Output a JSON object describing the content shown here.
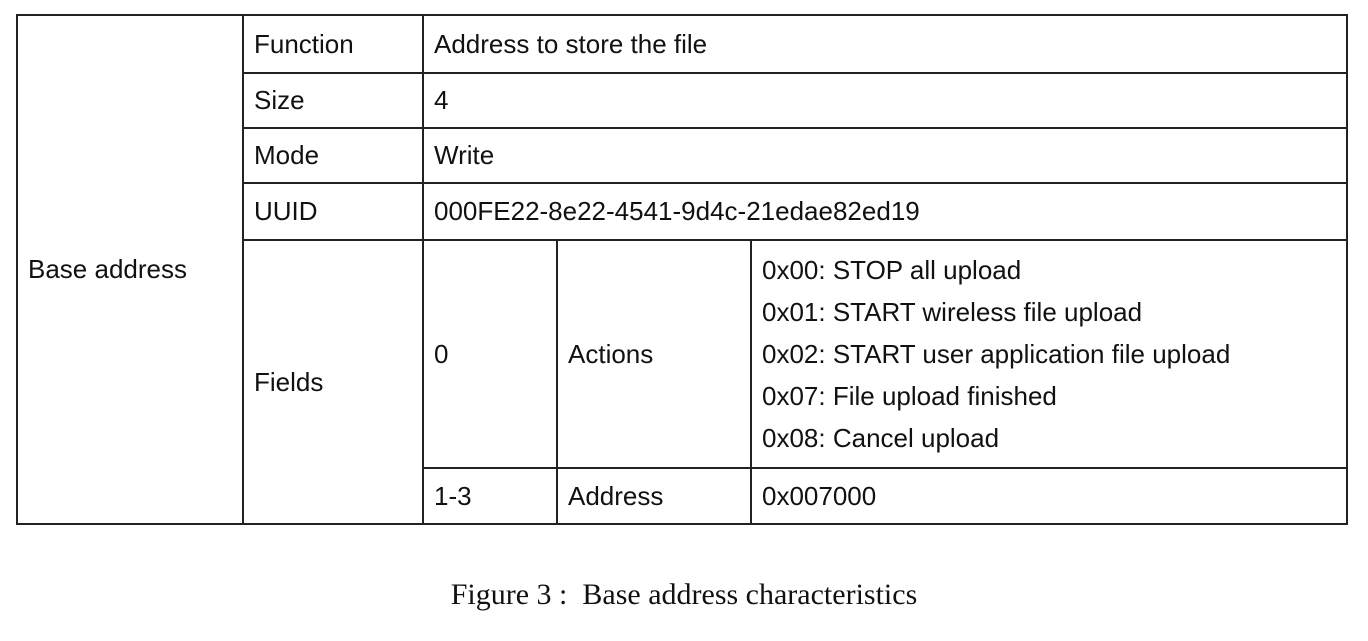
{
  "table": {
    "group_label": "Base address",
    "rows": {
      "function": {
        "label": "Function",
        "value": "Address to store the file"
      },
      "size": {
        "label": "Size",
        "value": "4"
      },
      "mode": {
        "label": "Mode",
        "value": "Write"
      },
      "uuid": {
        "label": "UUID",
        "value": "000FE22-8e22-4541-9d4c-21edae82ed19"
      }
    },
    "fields": {
      "label": "Fields",
      "entries": [
        {
          "index": "0",
          "name": "Actions",
          "values": [
            "0x00: STOP all upload",
            "0x01: START wireless file upload",
            "0x02: START user application file upload",
            "0x07: File upload finished",
            "0x08: Cancel upload"
          ]
        },
        {
          "index": "1-3",
          "name": "Address",
          "value": "0x007000"
        }
      ]
    }
  },
  "caption": "Figure 3 :  Base address characteristics"
}
